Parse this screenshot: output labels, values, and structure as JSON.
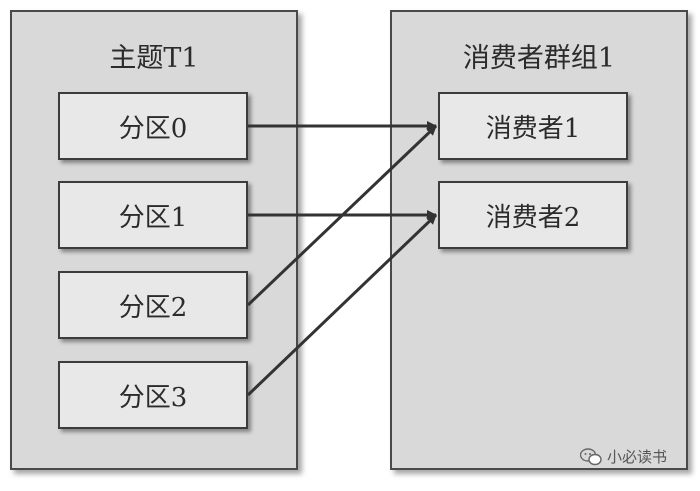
{
  "topic": {
    "title": "主题T1"
  },
  "partitions": [
    "分区0",
    "分区1",
    "分区2",
    "分区3"
  ],
  "consumer_group": {
    "title": "消费者群组1"
  },
  "consumers": [
    "消费者1",
    "消费者2"
  ],
  "edges": [
    {
      "from": 0,
      "to": 0
    },
    {
      "from": 1,
      "to": 1
    },
    {
      "from": 2,
      "to": 0
    },
    {
      "from": 3,
      "to": 1
    }
  ],
  "watermark": {
    "text": "小必读书",
    "icon": "wechat-icon"
  },
  "colors": {
    "panel": "#d9d9d9",
    "box": "#e8e8e8",
    "arrow": "#333333"
  }
}
